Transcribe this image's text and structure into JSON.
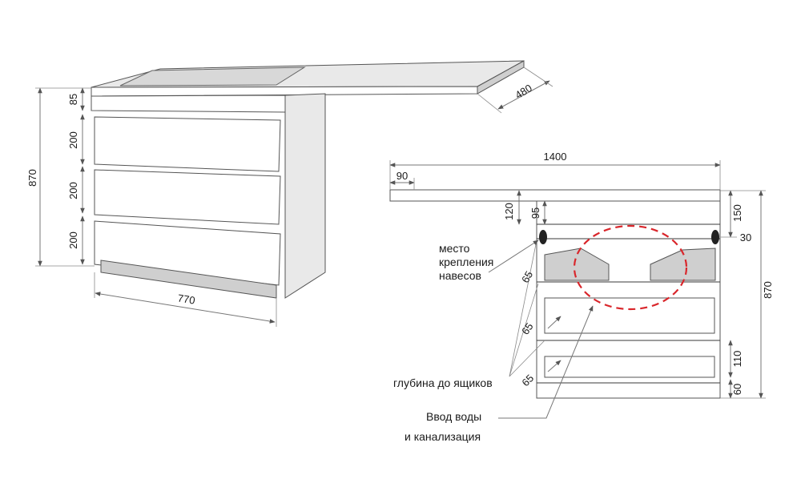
{
  "left_view": {
    "dims": {
      "height_total": "870",
      "top_panel": "85",
      "drawer_1": "200",
      "drawer_2": "200",
      "drawer_3": "200",
      "width": "770",
      "depth": "480"
    }
  },
  "right_view": {
    "dims": {
      "width_total": "1400",
      "offset": "90",
      "top_120": "120",
      "top_95": "95",
      "right_150": "150",
      "right_30": "30",
      "height_total": "870",
      "bottom_110": "110",
      "plinth_60": "60",
      "depth_65_a": "65",
      "depth_65_b": "65",
      "depth_65_c": "65"
    },
    "labels": {
      "mount_line1": "место",
      "mount_line2": "крепления",
      "mount_line3": "навесов",
      "drawer_depth": "глубина до ящиков",
      "inlet_line1": "Ввод воды",
      "inlet_line2": "и канализация"
    },
    "colors": {
      "highlight_ellipse": "#d9262b",
      "guide": "#777777"
    }
  }
}
